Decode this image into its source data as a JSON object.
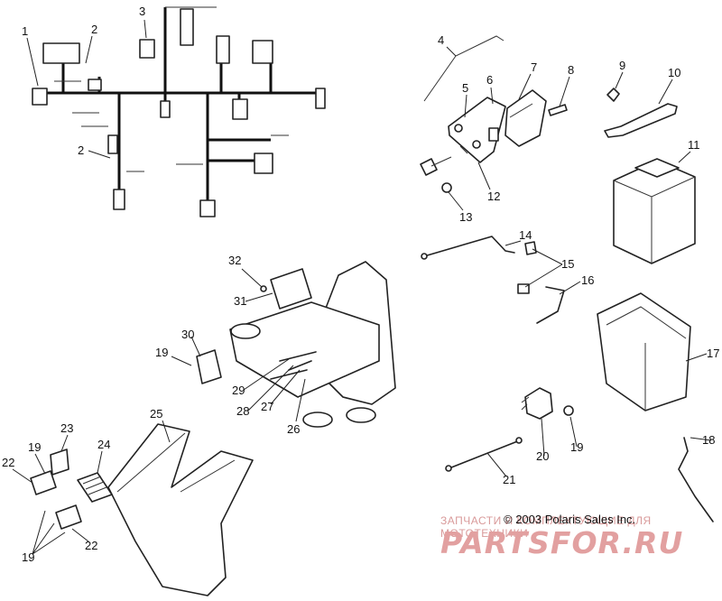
{
  "diagram": {
    "callouts": [
      {
        "id": "c1",
        "text": "1"
      },
      {
        "id": "c2a",
        "text": "2"
      },
      {
        "id": "c2b",
        "text": "2"
      },
      {
        "id": "c3",
        "text": "3"
      },
      {
        "id": "c4",
        "text": "4"
      },
      {
        "id": "c5",
        "text": "5"
      },
      {
        "id": "c6",
        "text": "6"
      },
      {
        "id": "c7",
        "text": "7"
      },
      {
        "id": "c8",
        "text": "8"
      },
      {
        "id": "c9",
        "text": "9"
      },
      {
        "id": "c10",
        "text": "10"
      },
      {
        "id": "c11",
        "text": "11"
      },
      {
        "id": "c12",
        "text": "12"
      },
      {
        "id": "c13",
        "text": "13"
      },
      {
        "id": "c14",
        "text": "14"
      },
      {
        "id": "c15",
        "text": "15"
      },
      {
        "id": "c16",
        "text": "16"
      },
      {
        "id": "c17",
        "text": "17"
      },
      {
        "id": "c18",
        "text": "18"
      },
      {
        "id": "c19a",
        "text": "19"
      },
      {
        "id": "c19b",
        "text": "19"
      },
      {
        "id": "c19c",
        "text": "19"
      },
      {
        "id": "c19d",
        "text": "19"
      },
      {
        "id": "c20",
        "text": "20"
      },
      {
        "id": "c21",
        "text": "21"
      },
      {
        "id": "c22a",
        "text": "22"
      },
      {
        "id": "c22b",
        "text": "22"
      },
      {
        "id": "c23",
        "text": "23"
      },
      {
        "id": "c24",
        "text": "24"
      },
      {
        "id": "c25",
        "text": "25"
      },
      {
        "id": "c26",
        "text": "26"
      },
      {
        "id": "c27",
        "text": "27"
      },
      {
        "id": "c28",
        "text": "28"
      },
      {
        "id": "c29",
        "text": "29"
      },
      {
        "id": "c30",
        "text": "30"
      },
      {
        "id": "c31",
        "text": "31"
      },
      {
        "id": "c32",
        "text": "32"
      }
    ],
    "copyright": "© 2003 Polaris Sales Inc.",
    "watermark_text": "ЗАПЧАСТИ И КОМПЛЕКТУЮЩИЕ ДЛЯ МОТОТЕХНИКИ",
    "logo_text": "PARTSFOR.RU"
  }
}
